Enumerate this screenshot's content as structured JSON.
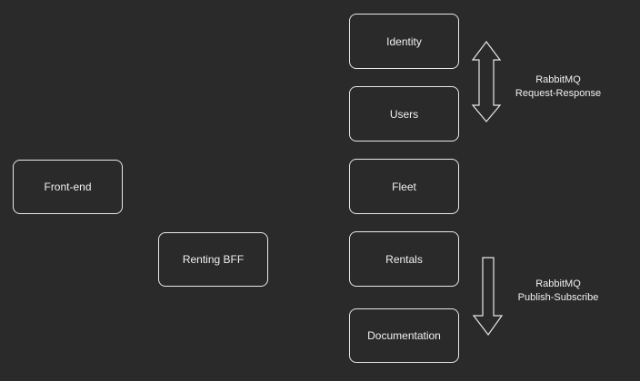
{
  "diagram": {
    "nodes": {
      "front_end": "Front-end",
      "renting_bff": "Renting BFF",
      "identity": "Identity",
      "users": "Users",
      "fleet": "Fleet",
      "rentals": "Rentals",
      "documentation": "Documentation"
    },
    "labels": {
      "request_response": {
        "line1": "RabbitMQ",
        "line2": "Request-Response"
      },
      "publish_subscribe": {
        "line1": "RabbitMQ",
        "line2": "Publish-Subscribe"
      }
    }
  },
  "colors": {
    "background": "#2a2a2a",
    "stroke": "#e8e8e8",
    "text": "#f0f0f0"
  }
}
